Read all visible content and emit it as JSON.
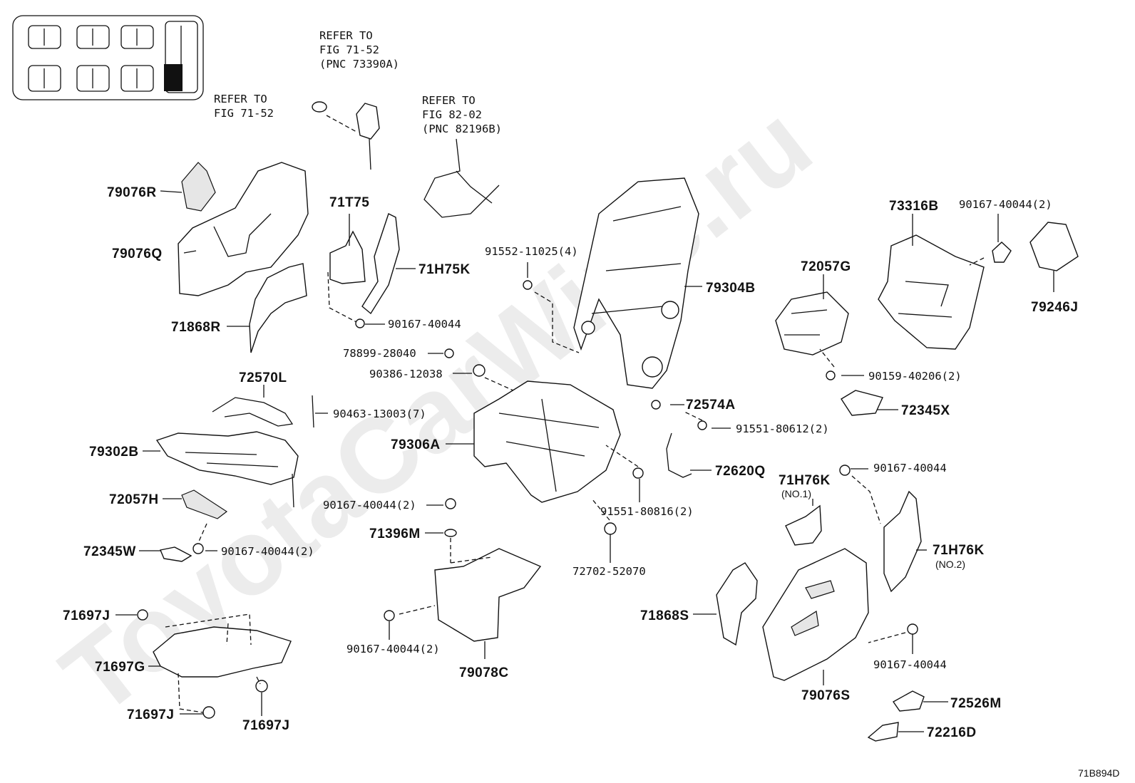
{
  "watermark": "ToyotaCarWine.ru",
  "figure_code": "71B894D",
  "refs": {
    "ref1": [
      "REFER TO",
      "FIG 71-52",
      "(PNC 73390A)"
    ],
    "ref2": [
      "REFER TO",
      "FIG 71-52"
    ],
    "ref3": [
      "REFER TO",
      "FIG 82-02",
      "(PNC 82196B)"
    ]
  },
  "parts": {
    "p79076R": "79076R",
    "p79076Q": "79076Q",
    "p71868R": "71868R",
    "p71T75": "71T75",
    "p71H75K": "71H75K",
    "p90167_40044_a": "90167-40044",
    "p91552": "91552-11025(4)",
    "p79304B": "79304B",
    "p73316B": "73316B",
    "p90167_40044_2a": "90167-40044(2)",
    "p72057G": "72057G",
    "p79246J": "79246J",
    "p78899": "78899-28040",
    "p90386": "90386-12038",
    "p90159": "90159-40206(2)",
    "p72570L": "72570L",
    "p90463": "90463-13003(7)",
    "p72574A": "72574A",
    "p72345X": "72345X",
    "p79306A": "79306A",
    "p91551_80612": "91551-80612(2)",
    "p79302B": "79302B",
    "p72620Q": "72620Q",
    "p90167_40044_b": "90167-40044",
    "p71H76K_1": "71H76K",
    "p71H76K_1_sub": "(NO.1)",
    "p72057H": "72057H",
    "p90167_40044_2b": "90167-40044(2)",
    "p91551_80816": "91551-80816(2)",
    "p71396M": "71396M",
    "p72345W": "72345W",
    "p90167_40044_2c": "90167-40044(2)",
    "p72702": "72702-52070",
    "p71H76K_2": "71H76K",
    "p71H76K_2_sub": "(NO.2)",
    "p71697J_a": "71697J",
    "p71868S": "71868S",
    "p90167_40044_2d": "90167-40044(2)",
    "p79078C": "79078C",
    "p71697G": "71697G",
    "p90167_40044_c": "90167-40044",
    "p79076S": "79076S",
    "p72526M": "72526M",
    "p71697J_b": "71697J",
    "p71697J_c": "71697J",
    "p72216D": "72216D"
  }
}
